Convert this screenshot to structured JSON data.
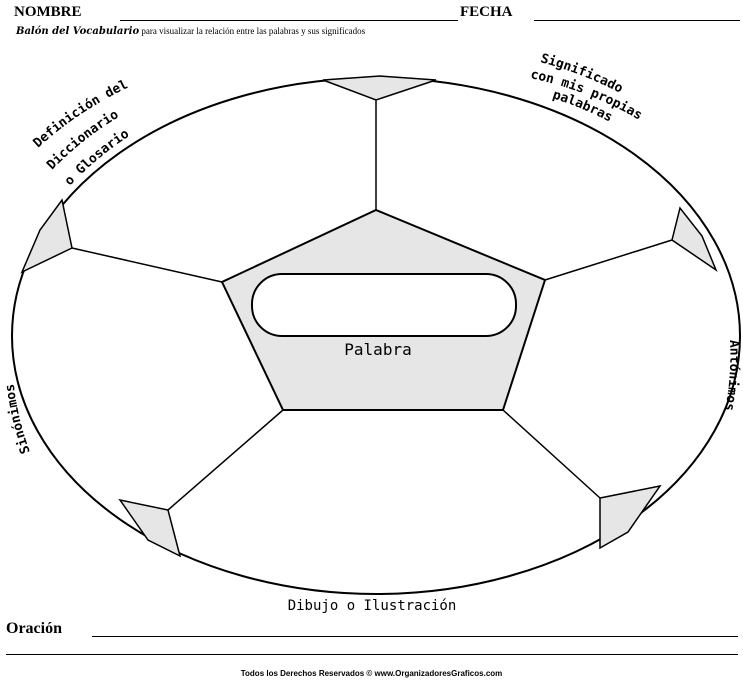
{
  "header": {
    "name_label": "NOMBRE",
    "date_label": "FECHA"
  },
  "subtitle": {
    "title": "Balón del Vocabulario",
    "description": "para visualizar la relación entre las palabras y sus significados"
  },
  "ball": {
    "top_left_label_1": "Definición del",
    "top_left_label_2": "Diccionario",
    "top_left_label_3": "o Glosario",
    "top_right_label_1": "Significado",
    "top_right_label_2": "con mis propias",
    "top_right_label_3": "palabras",
    "center_label": "Palabra",
    "left_label": "Sinónimos",
    "right_label": "Antónimos",
    "bottom_label": "Dibujo o Ilustración"
  },
  "footer_area": {
    "sentence_label": "Oración",
    "copyright": "Todos los Derechos Reservados © www.OrganizadoresGraficos.com"
  },
  "colors": {
    "panel_fill": "#e6e6e6",
    "stroke": "#000000"
  }
}
